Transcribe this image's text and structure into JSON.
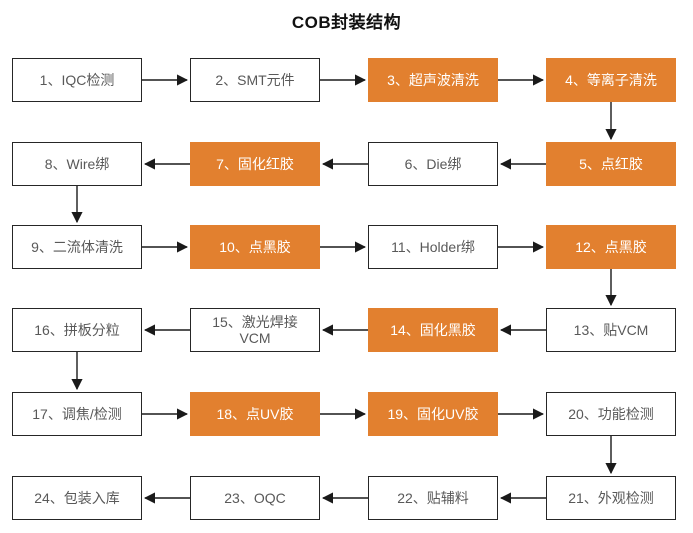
{
  "title": "COB封装结构",
  "colors": {
    "highlight": "#E2802F",
    "box_border": "#262626",
    "box_text": "#595959",
    "highlight_text": "#FFFFFF",
    "line": "#1a1a1a",
    "title_text": "#111111"
  },
  "nodes": [
    {
      "label": "1、IQC检测",
      "variant": "plain"
    },
    {
      "label": "2、SMT元件",
      "variant": "plain"
    },
    {
      "label": "3、超声波清洗",
      "variant": "highlight"
    },
    {
      "label": "4、等离子清洗",
      "variant": "highlight"
    },
    {
      "label": "5、点红胶",
      "variant": "highlight"
    },
    {
      "label": "6、Die绑",
      "variant": "plain"
    },
    {
      "label": "7、固化红胶",
      "variant": "highlight"
    },
    {
      "label": "8、Wire绑",
      "variant": "plain"
    },
    {
      "label": "9、二流体清洗",
      "variant": "plain"
    },
    {
      "label": "10、点黑胶",
      "variant": "highlight"
    },
    {
      "label": "11、Holder绑",
      "variant": "plain"
    },
    {
      "label": "12、点黑胶",
      "variant": "highlight"
    },
    {
      "label": "13、贴VCM",
      "variant": "plain"
    },
    {
      "label": "14、固化黑胶",
      "variant": "highlight"
    },
    {
      "label": "15、激光焊接VCM",
      "variant": "plain"
    },
    {
      "label": "16、拼板分粒",
      "variant": "plain"
    },
    {
      "label": "17、调焦/检测",
      "variant": "plain"
    },
    {
      "label": "18、点UV胶",
      "variant": "highlight"
    },
    {
      "label": "19、固化UV胶",
      "variant": "highlight"
    },
    {
      "label": "20、功能检测",
      "variant": "plain"
    },
    {
      "label": "21、外观检测",
      "variant": "plain"
    },
    {
      "label": "22、贴辅料",
      "variant": "plain"
    },
    {
      "label": "23、OQC",
      "variant": "plain"
    },
    {
      "label": "24、包装入库",
      "variant": "plain"
    }
  ]
}
